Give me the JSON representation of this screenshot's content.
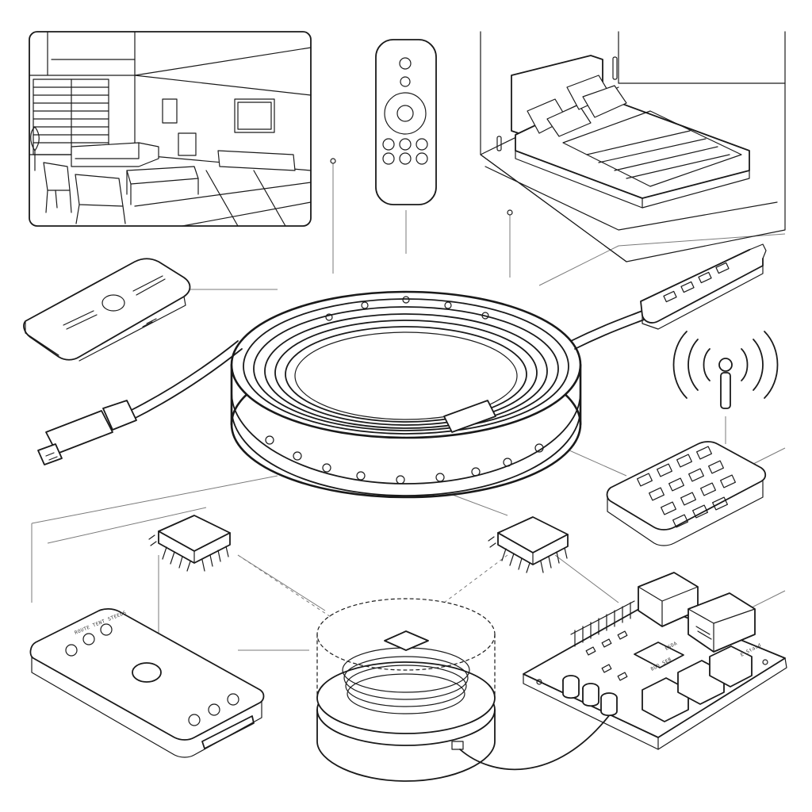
{
  "labels": {
    "remote_bar_text": "ROUTE TENT STEEDS",
    "board_text_a": "ESDA",
    "board_text_b": "BOD SEB",
    "board_text_c": "E-Stasd"
  },
  "colors": {
    "ink": "#1a1a1a",
    "paper": "#ffffff",
    "leader": "#7a7a7a"
  },
  "icons": [
    "living-room-illustration",
    "ir-remote-icon",
    "bedroom-illustration",
    "mini-remote-icon",
    "led-strip-coil-icon",
    "usb-connector-icon",
    "inline-controller-icon",
    "wireless-antenna-icon",
    "keypad-controller-icon",
    "chip-icon",
    "wireless-charger-pad-icon",
    "bar-remote-icon",
    "controller-board-icon"
  ]
}
